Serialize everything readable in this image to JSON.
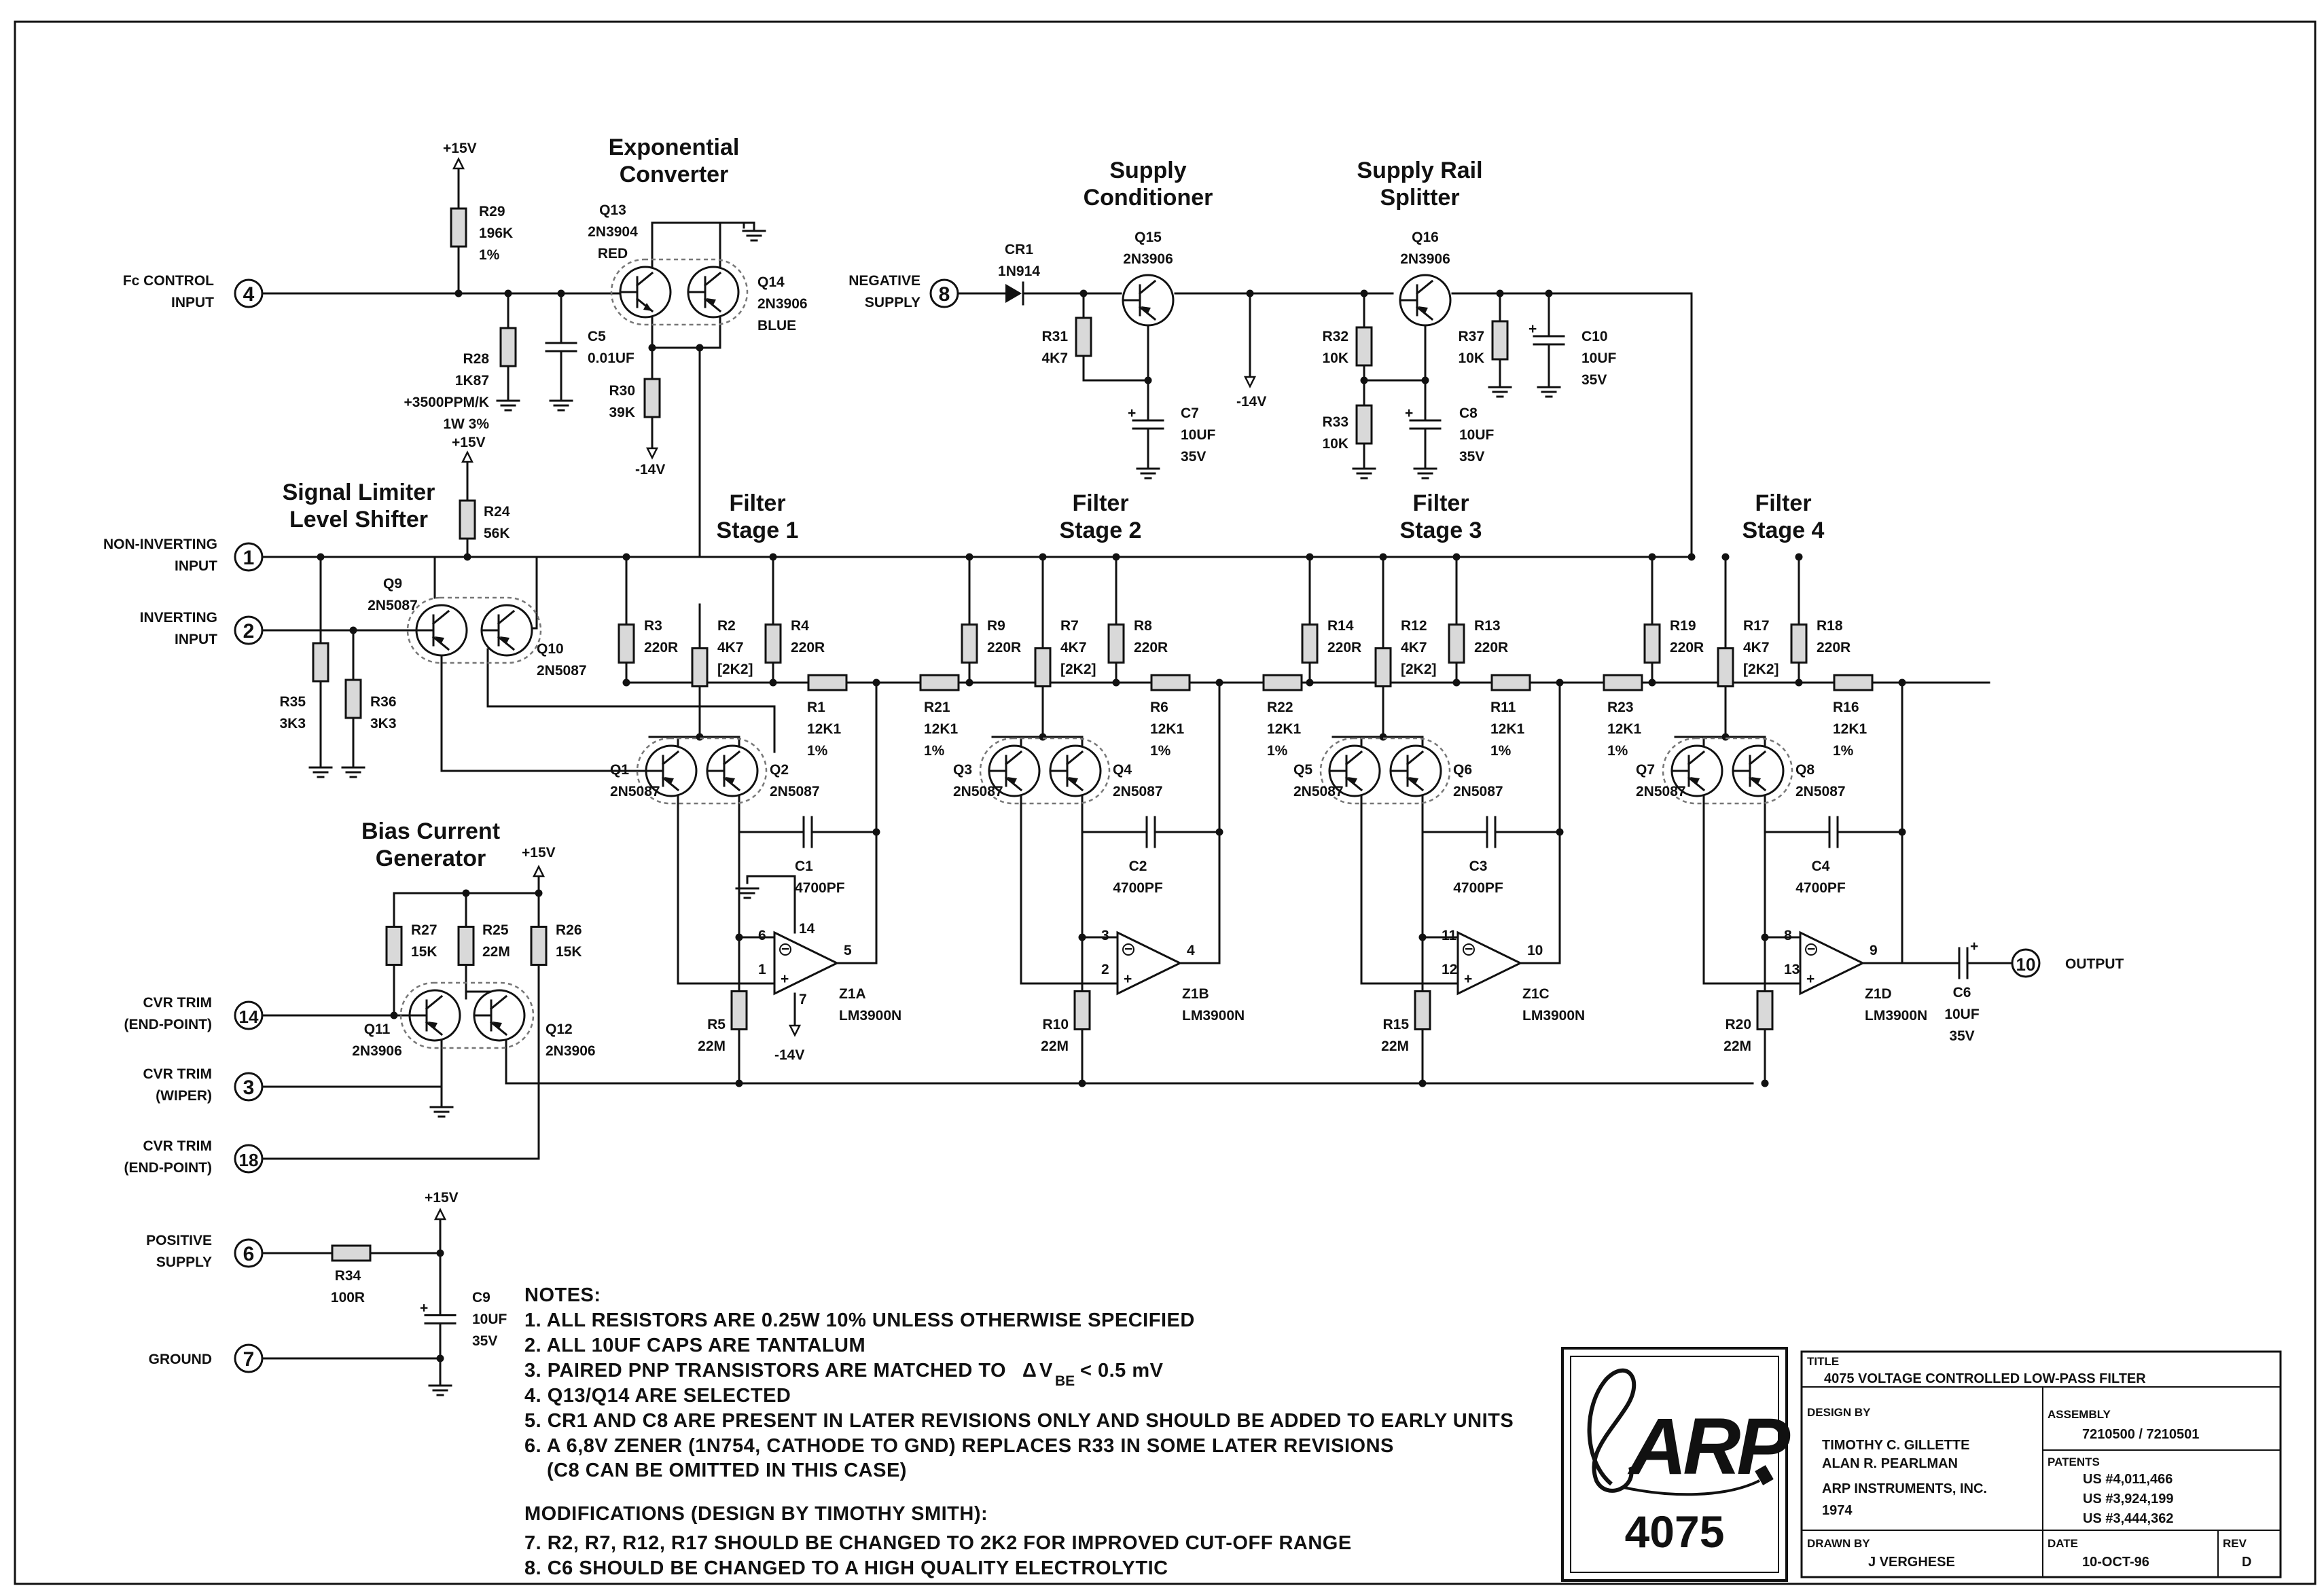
{
  "sections": {
    "exp": [
      "Exponential",
      "Converter"
    ],
    "supply": [
      "Supply",
      "Conditioner"
    ],
    "splitter": [
      "Supply Rail",
      "Splitter"
    ],
    "limiter": [
      "Signal Limiter",
      "Level Shifter"
    ],
    "bias": [
      "Bias Current",
      "Generator"
    ],
    "stage1": [
      "Filter",
      "Stage 1"
    ],
    "stage2": [
      "Filter",
      "Stage 2"
    ],
    "stage3": [
      "Filter",
      "Stage 3"
    ],
    "stage4": [
      "Filter",
      "Stage 4"
    ]
  },
  "terminals": {
    "t4": {
      "num": "4",
      "label": [
        "Fc CONTROL",
        "INPUT"
      ]
    },
    "t8": {
      "num": "8",
      "label": [
        "NEGATIVE",
        "SUPPLY"
      ]
    },
    "t1": {
      "num": "1",
      "label": [
        "NON-INVERTING",
        "INPUT"
      ]
    },
    "t2": {
      "num": "2",
      "label": [
        "INVERTING",
        "INPUT"
      ]
    },
    "t14": {
      "num": "14",
      "label": [
        "CVR TRIM",
        "(END-POINT)"
      ]
    },
    "t3": {
      "num": "3",
      "label": [
        "CVR TRIM",
        "(WIPER)"
      ]
    },
    "t18": {
      "num": "18",
      "label": [
        "CVR TRIM",
        "(END-POINT)"
      ]
    },
    "t6": {
      "num": "6",
      "label": [
        "POSITIVE",
        "SUPPLY"
      ]
    },
    "t7": {
      "num": "7",
      "label": [
        "GROUND"
      ]
    },
    "t10": {
      "num": "10",
      "label": [
        "OUTPUT"
      ]
    }
  },
  "rails": {
    "pos": "+15V",
    "neg": "-14V"
  },
  "components": {
    "R29": [
      "R29",
      "196K",
      "1%"
    ],
    "R28": [
      "R28",
      "1K87",
      "+3500PPM/K",
      "1W  3%"
    ],
    "C5": [
      "C5",
      "0.01UF"
    ],
    "Q13": [
      "Q13",
      "2N3904",
      "RED"
    ],
    "Q14": [
      "Q14",
      "2N3906",
      "BLUE"
    ],
    "R30": [
      "R30",
      "39K"
    ],
    "CR1": [
      "CR1",
      "1N914"
    ],
    "Q15": [
      "Q15",
      "2N3906"
    ],
    "R31": [
      "R31",
      "4K7"
    ],
    "C7": [
      "C7",
      "10UF",
      "35V"
    ],
    "Q16": [
      "Q16",
      "2N3906"
    ],
    "R32": [
      "R32",
      "10K"
    ],
    "R33": [
      "R33",
      "10K"
    ],
    "C8": [
      "C8",
      "10UF",
      "35V"
    ],
    "R37": [
      "R37",
      "10K"
    ],
    "C10": [
      "C10",
      "10UF",
      "35V"
    ],
    "R24": [
      "R24",
      "56K"
    ],
    "Q9": [
      "Q9",
      "2N5087"
    ],
    "Q10": [
      "Q10",
      "2N5087"
    ],
    "R35": [
      "R35",
      "3K3"
    ],
    "R36": [
      "R36",
      "3K3"
    ],
    "R27": [
      "R27",
      "15K"
    ],
    "R25": [
      "R25",
      "22M"
    ],
    "R26": [
      "R26",
      "15K"
    ],
    "Q11": [
      "Q11",
      "2N3906"
    ],
    "Q12": [
      "Q12",
      "2N3906"
    ],
    "R34": [
      "R34",
      "100R"
    ],
    "C9": [
      "C9",
      "10UF",
      "35V"
    ],
    "C6": [
      "C6",
      "10UF",
      "35V"
    ]
  },
  "stages": [
    {
      "ra": [
        "R3",
        "220R"
      ],
      "rb": [
        "R2",
        "4K7",
        "[2K2]"
      ],
      "rc": [
        "R4",
        "220R"
      ],
      "rs": [
        "R1",
        "12K1",
        "1%"
      ],
      "ri": [
        "R21",
        "12K1",
        "1%"
      ],
      "qa": [
        "Q1",
        "2N5087"
      ],
      "qb": [
        "Q2",
        "2N5087"
      ],
      "c": [
        "C1",
        "4700PF"
      ],
      "pins": [
        "6",
        "1",
        "5"
      ],
      "sup": "14",
      "gnd": "7",
      "amp": [
        "Z1A",
        "LM3900N"
      ],
      "rbot": [
        "R5",
        "22M"
      ]
    },
    {
      "ra": [
        "R9",
        "220R"
      ],
      "rb": [
        "R7",
        "4K7",
        "[2K2]"
      ],
      "rc": [
        "R8",
        "220R"
      ],
      "rs": [
        "R6",
        "12K1",
        "1%"
      ],
      "ri": [
        "R22",
        "12K1",
        "1%"
      ],
      "qa": [
        "Q3",
        "2N5087"
      ],
      "qb": [
        "Q4",
        "2N5087"
      ],
      "c": [
        "C2",
        "4700PF"
      ],
      "pins": [
        "3",
        "2",
        "4"
      ],
      "amp": [
        "Z1B",
        "LM3900N"
      ],
      "rbot": [
        "R10",
        "22M"
      ]
    },
    {
      "ra": [
        "R14",
        "220R"
      ],
      "rb": [
        "R12",
        "4K7",
        "[2K2]"
      ],
      "rc": [
        "R13",
        "220R"
      ],
      "rs": [
        "R11",
        "12K1",
        "1%"
      ],
      "ri": [
        "R23",
        "12K1",
        "1%"
      ],
      "qa": [
        "Q5",
        "2N5087"
      ],
      "qb": [
        "Q6",
        "2N5087"
      ],
      "c": [
        "C3",
        "4700PF"
      ],
      "pins": [
        "11",
        "12",
        "10"
      ],
      "amp": [
        "Z1C",
        "LM3900N"
      ],
      "rbot": [
        "R15",
        "22M"
      ]
    },
    {
      "ra": [
        "R19",
        "220R"
      ],
      "rb": [
        "R17",
        "4K7",
        "[2K2]"
      ],
      "rc": [
        "R18",
        "220R"
      ],
      "rs": [
        "R16",
        "12K1",
        "1%"
      ],
      "qa": [
        "Q7",
        "2N5087"
      ],
      "qb": [
        "Q8",
        "2N5087"
      ],
      "c": [
        "C4",
        "4700PF"
      ],
      "pins": [
        "8",
        "13",
        "9"
      ],
      "amp": [
        "Z1D",
        "LM3900N"
      ],
      "rbot": [
        "R20",
        "22M"
      ]
    }
  ],
  "notes": {
    "heading": "NOTES:",
    "items": [
      "1. ALL RESISTORS ARE 0.25W 10% UNLESS OTHERWISE SPECIFIED",
      "2. ALL 10UF CAPS ARE TANTALUM",
      "3. PAIRED PNP TRANSISTORS ARE MATCHED TO",
      "4. Q13/Q14 ARE SELECTED",
      "5. CR1 AND C8 ARE PRESENT IN LATER REVISIONS ONLY AND SHOULD BE ADDED TO EARLY UNITS",
      "6. A 6,8V ZENER (1N754, CATHODE TO GND) REPLACES R33 IN SOME LATER REVISIONS",
      "(C8 CAN BE OMITTED IN THIS CASE)"
    ],
    "vbe_match": "< 0.5 mV",
    "mod_heading": "MODIFICATIONS (DESIGN BY TIMOTHY SMITH):",
    "mods": [
      "7. R2, R7, R12, R17 SHOULD BE CHANGED TO 2K2 FOR IMPROVED CUT-OFF RANGE",
      "8. C6 SHOULD BE CHANGED TO A HIGH QUALITY ELECTROLYTIC"
    ]
  },
  "title_block": {
    "logo": "ARP",
    "model": "4075",
    "title_label": "TITLE",
    "title": "4075  VOLTAGE CONTROLLED LOW-PASS FILTER",
    "design_label": "DESIGN BY",
    "designers": [
      "TIMOTHY C. GILLETTE",
      "ALAN R. PEARLMAN",
      "ARP INSTRUMENTS, INC.",
      "1974"
    ],
    "assembly_label": "ASSEMBLY",
    "assembly": "7210500 / 7210501",
    "patents_label": "PATENTS",
    "patents": [
      "US #4,011,466",
      "US #3,924,199",
      "US #3,444,362"
    ],
    "drawn_label": "DRAWN BY",
    "drawn": "J VERGHESE",
    "date_label": "DATE",
    "date": "10-OCT-96",
    "rev_label": "REV",
    "rev": "D"
  }
}
